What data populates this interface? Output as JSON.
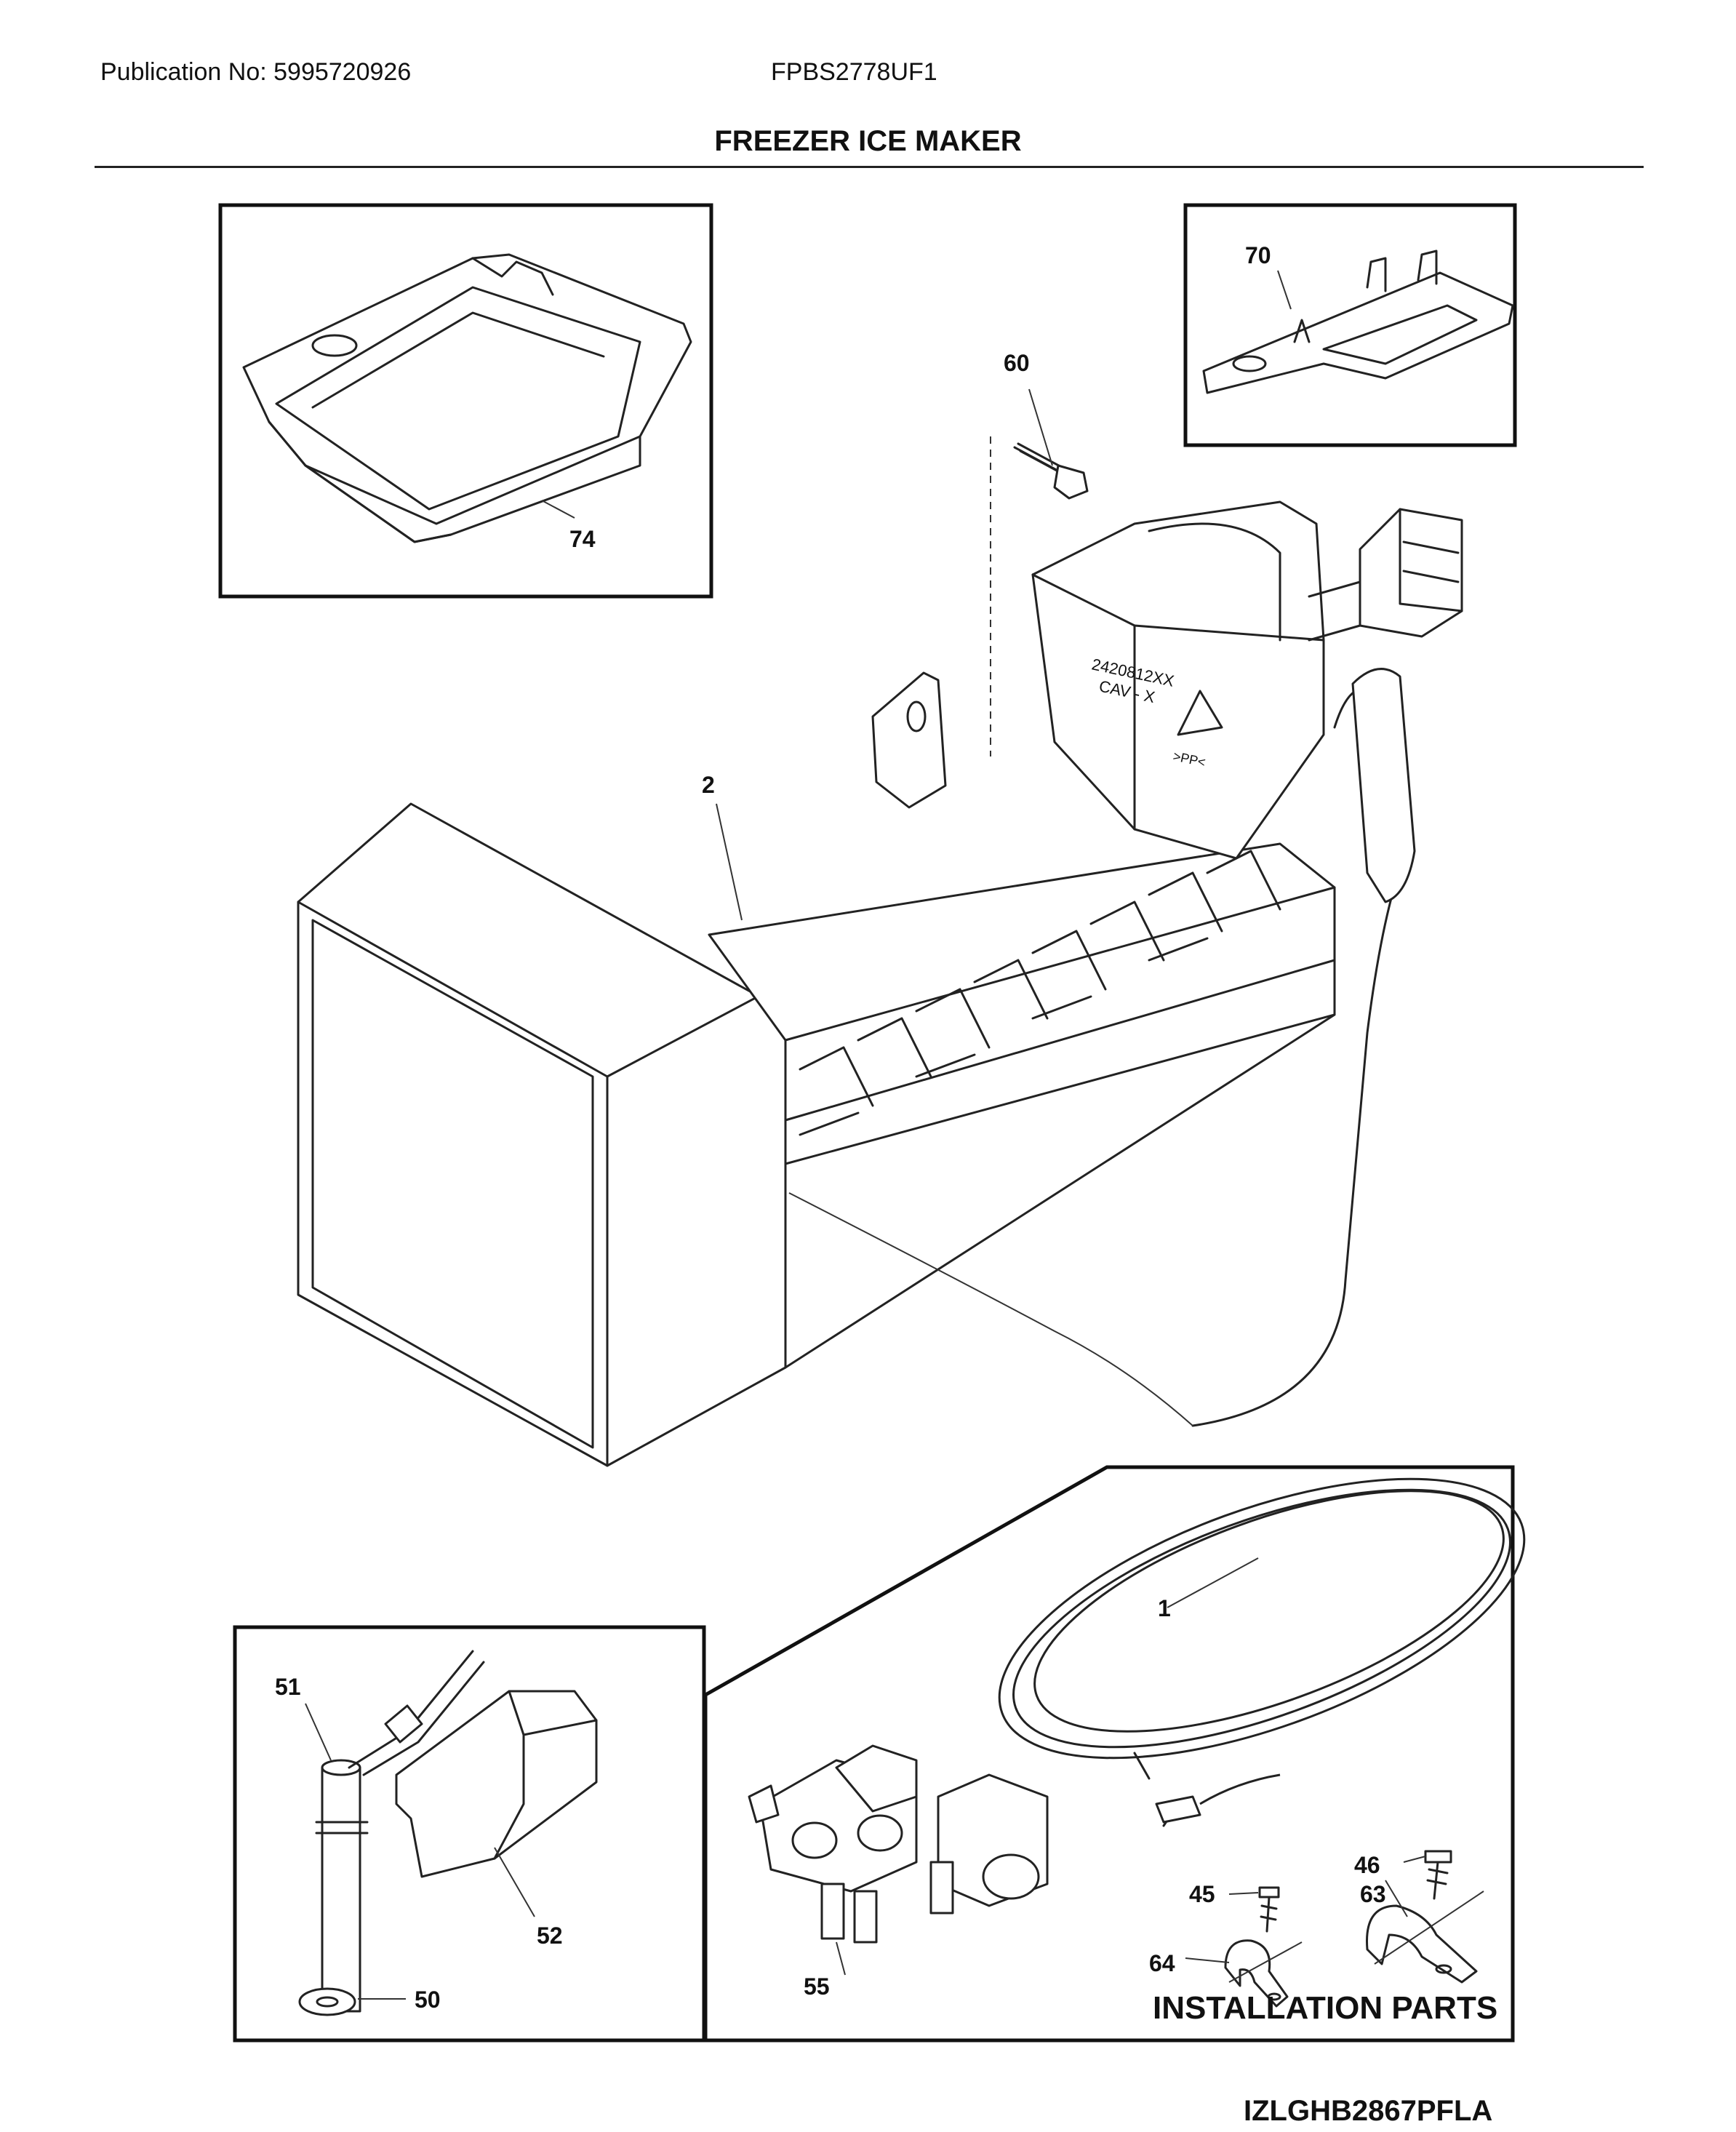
{
  "header": {
    "publication": "Publication No: 5995720926",
    "model": "FPBS2778UF1",
    "title": "FREEZER ICE MAKER"
  },
  "callouts": {
    "c74": "74",
    "c70": "70",
    "c60": "60",
    "c2": "2",
    "c1": "1",
    "c51": "51",
    "c52": "52",
    "c50": "50",
    "c55": "55",
    "c46": "46",
    "c45": "45",
    "c63": "63",
    "c64": "64"
  },
  "installation_parts_label": "INSTALLATION PARTS",
  "part_stamp_line1": "2420812XX",
  "part_stamp_line2": "CAV - X",
  "recycle_code": ">PP<",
  "footer_code": "IZLGHB2867PFLA"
}
